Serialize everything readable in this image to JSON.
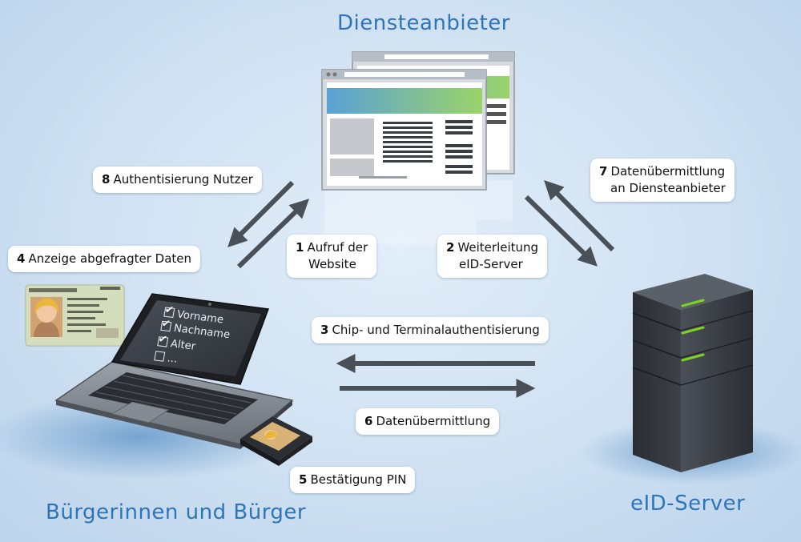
{
  "titles": {
    "provider": "Diensteanbieter",
    "citizens": "Bürgerinnen und Bürger",
    "server": "eID-Server"
  },
  "steps": [
    {
      "num": "1",
      "line1": "Aufruf der",
      "line2": "Website"
    },
    {
      "num": "2",
      "line1": "Weiterleitung",
      "line2": "eID-Server"
    },
    {
      "num": "3",
      "text": "Chip- und Terminalauthentisierung"
    },
    {
      "num": "4",
      "text": "Anzeige abgefragter Daten"
    },
    {
      "num": "5",
      "text": "Bestätigung PIN"
    },
    {
      "num": "6",
      "text": "Datenübermittlung"
    },
    {
      "num": "7",
      "line1": "Datenübermittlung",
      "line2": "an Diensteanbieter"
    },
    {
      "num": "8",
      "text": "Authentisierung Nutzer"
    }
  ],
  "screen_fields": [
    {
      "label": "Vorname",
      "checked": true
    },
    {
      "label": "Nachname",
      "checked": true
    },
    {
      "label": "Alter",
      "checked": true
    },
    {
      "label": "...",
      "checked": false
    }
  ],
  "colors": {
    "accent": "#2f74b6",
    "arrow": "#4a5058",
    "server_led": "#7ed321"
  }
}
